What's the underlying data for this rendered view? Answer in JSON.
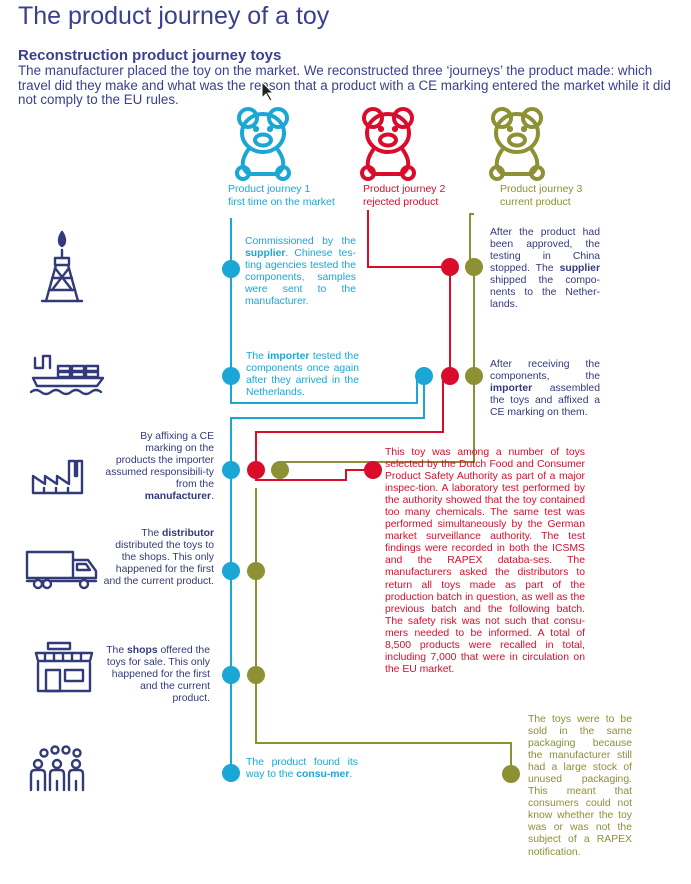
{
  "title": "The product journey of a toy",
  "subtitle": "Reconstruction product journey toys",
  "intro": "The manufacturer placed the toy on the market. We reconstructed three ‘journeys’ the product made: which travel did they make and what was the reason that a product with a CE marking entered the market while it did not comply to the EU rules.",
  "colors": {
    "journey1": "#1aa7d6",
    "journey2": "#d90d2b",
    "journey3": "#8d9033",
    "dark": "#333a7a"
  },
  "journeys": [
    {
      "line1": "Product journey 1",
      "line2": "first time on the market"
    },
    {
      "line1": "Product journey 2",
      "line2": "rejected product"
    },
    {
      "line1": "Product journey 3",
      "line2": "current product"
    }
  ],
  "stage_icons": [
    "oil-rig-icon",
    "cargo-ship-icon",
    "factory-icon",
    "truck-icon",
    "shop-icon",
    "people-icon"
  ],
  "notes": {
    "j1_supplier": {
      "pre": "Commissioned by the ",
      "bold": "supplier",
      "post": ". Chinese tes-ting agencies tested the components, samples were sent to the manufacturer."
    },
    "j1_importer": {
      "pre": "The ",
      "bold": "importer",
      "post": " tested the components once again after they arrived in the Netherlands."
    },
    "j3_supplier": {
      "pre": "After the product had been approved, the testing in China stopped. The ",
      "bold": "supplier",
      "post": " shipped the compo-nents to the Nether-lands."
    },
    "j3_importer": {
      "pre": "After receiving the components, the ",
      "bold": "importer",
      "post": " assembled the toys and affixed a CE marking on them."
    },
    "manufacturer": {
      "pre": "By affixing a CE marking on the products the importer assumed responsibili-ty from the ",
      "bold": "manufacturer",
      "post": "."
    },
    "distributor": {
      "pre": "The ",
      "bold": "distributor",
      "post": " distributed the toys to the shops. This only happened for the first and the current product."
    },
    "shops": {
      "pre": "The ",
      "bold": "shops",
      "post": " offered the toys for sale. This only happened for the first and the current product."
    },
    "consumer": {
      "pre": "The product found its way to the ",
      "bold": "consu-mer",
      "post": "."
    },
    "j2_rejected": "This toy was among a number of toys selected by the Dutch Food and Consumer Product Safety Authority as part of a major inspec-tion. A laboratory test performed by the authority showed that the toy contained too many chemicals. The same test was performed simultaneously by the German market surveillance authority. The test findings were recorded in both the ICSMS and the RAPEX databa-ses. The manufacturers asked the distributors to return all toys made as part of the production batch in question, as well as the previous batch and the following batch. The safety risk was not such that consu-mers needed to be informed. A total of 8,500 products were recalled in total, including 7,000 that were in circulation on the EU market.",
    "j3_packaging": "The toys were to be sold in the same packaging because the manufacturer still had a large stock of unused packaging. This meant that consumers could not know whether the toy was or was not the subject of a RAPEX notification."
  }
}
